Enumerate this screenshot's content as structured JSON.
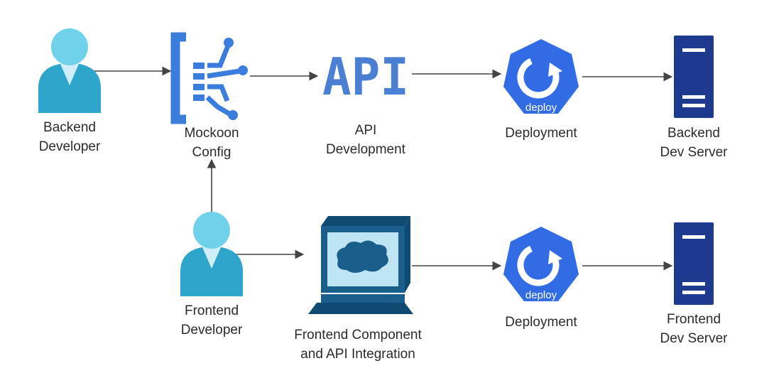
{
  "nodes": {
    "backend_developer": {
      "line1": "Backend",
      "line2": "Developer",
      "icon": "user-icon"
    },
    "mockoon_config": {
      "line1": "Mockoon",
      "line2": "Config",
      "icon": "mockoon-icon"
    },
    "api_development": {
      "line1": "API",
      "line2": "Development",
      "icon": "api-icon",
      "icon_text": "API"
    },
    "deployment_top": {
      "line1": "Deployment",
      "icon": "deploy-icon",
      "icon_text": "deploy"
    },
    "backend_dev_server": {
      "line1": "Backend",
      "line2": "Dev Server",
      "icon": "server-icon"
    },
    "frontend_developer": {
      "line1": "Frontend",
      "line2": "Developer",
      "icon": "user-icon"
    },
    "frontend_component": {
      "line1": "Frontend Component",
      "line2": "and API Integration",
      "icon": "computer-icon"
    },
    "deployment_bottom": {
      "line1": "Deployment",
      "icon": "deploy-icon",
      "icon_text": "deploy"
    },
    "frontend_dev_server": {
      "line1": "Frontend",
      "line2": "Dev Server",
      "icon": "server-icon"
    }
  },
  "colors": {
    "user_light": "#6fd1ea",
    "user_dark": "#2ea6cb",
    "mockoon": "#3b7ddd",
    "api": "#4a7fd4",
    "deploy": "#326ce5",
    "server": "#1e3a8f",
    "computer": "#1a5e8c",
    "arrow": "#444444"
  }
}
